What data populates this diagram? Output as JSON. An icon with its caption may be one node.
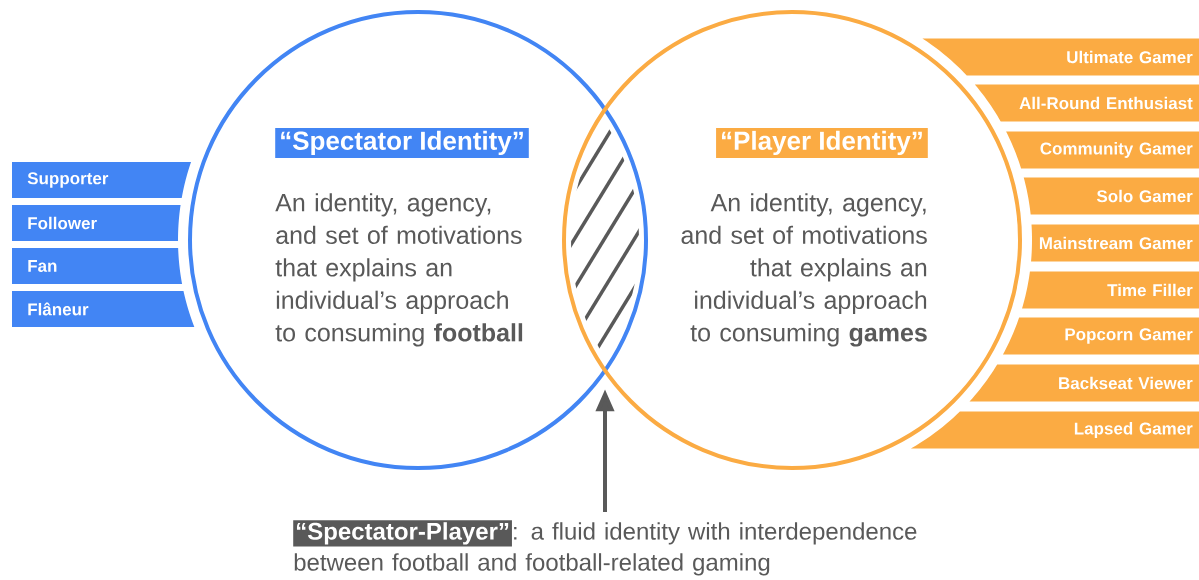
{
  "diagram": {
    "nodes": [
      {
        "text": [
          "“Spectator Identity”",
          "An identity, agency, and set of motivations that explains an individual’s approach to consuming **football**"
        ]
      },
      {
        "text": [
          "“Player Identity”",
          "An identity, agency, and set of motivations that explains an individual’s approach to consuming **games**"
        ]
      },
      {
        "text": [
          "Supporter"
        ]
      },
      {
        "text": [
          "Follower"
        ]
      },
      {
        "text": [
          "Fan"
        ]
      },
      {
        "text": [
          "Flâneur"
        ]
      },
      {
        "text": [
          "Ultimate Gamer"
        ]
      },
      {
        "text": [
          "All-Round Enthusiast"
        ]
      },
      {
        "text": [
          "Community Gamer"
        ]
      },
      {
        "text": [
          "Solo Gamer"
        ]
      },
      {
        "text": [
          "Mainstream Gamer"
        ]
      },
      {
        "text": [
          "Time Filler"
        ]
      },
      {
        "text": [
          "Popcorn Gamer"
        ]
      },
      {
        "text": [
          "Backseat Viewer"
        ]
      },
      {
        "text": [
          "Lapsed Gamer"
        ]
      },
      {
        "text": [],
        "shape": "lens"
      },
      {
        "text": [
          "“Spectator-Player”",
          ": a fluid identity with interdependence between football and football-related gaming"
        ]
      }
    ],
    "edges": [
      {
        "from": 16,
        "to": 15,
        "arrow": "to"
      }
    ]
  }
}
